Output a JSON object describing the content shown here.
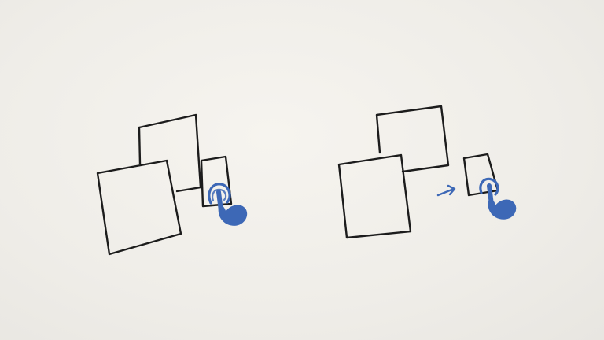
{
  "diagram": {
    "panels": [
      {
        "id": "before",
        "windows": [
          "back-window",
          "front-window",
          "small-window"
        ],
        "gesture": "tap-on-small-window"
      },
      {
        "id": "after",
        "windows": [
          "back-window",
          "front-window",
          "small-window"
        ],
        "gesture": "tap-on-small-window",
        "arrow": "points-right-toward-small-window"
      }
    ],
    "colors": {
      "paper": "#f1efea",
      "ink": "#1c1c1c",
      "pencil": "#3d68b6"
    },
    "icons": [
      "tap-gesture-icon",
      "right-arrow-icon"
    ]
  }
}
